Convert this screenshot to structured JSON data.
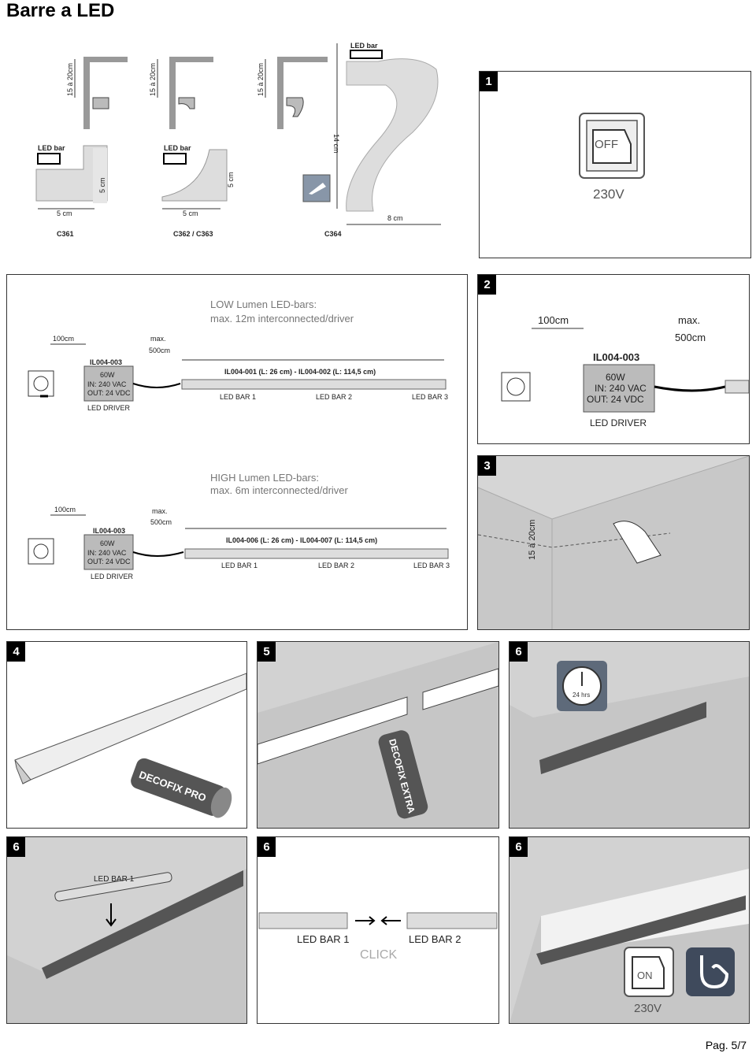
{
  "header": {
    "title": "Barre a LED"
  },
  "profiles": {
    "led_bar": "LED bar",
    "height_range": "15 à 20cm",
    "dim_5cm": "5 cm",
    "dim_14cm": "14 cm",
    "dim_8cm": "8 cm",
    "c361": "C361",
    "c362": "C362 / C363",
    "c364": "C364"
  },
  "step1": {
    "badge": "1",
    "switch": "OFF",
    "voltage": "230V"
  },
  "wiring": {
    "low_title": "LOW Lumen LED-bars:",
    "low_sub": "max. 12m interconnected/driver",
    "high_title": "HIGH Lumen LED-bars:",
    "high_sub": "max. 6m interconnected/driver",
    "dist_100": "100cm",
    "max": "max.",
    "dist_500": "500cm",
    "driver_ref": "IL004-003",
    "driver_w": "60W",
    "driver_in": "IN: 240 VAC",
    "driver_out": "OUT: 24 VDC",
    "driver_label": "LED DRIVER",
    "low_refs": "IL004-001 (L: 26 cm) - IL004-002 (L: 114,5 cm)",
    "high_refs": "IL004-006 (L: 26 cm) - IL004-007 (L: 114,5 cm)",
    "bar1": "LED BAR 1",
    "bar2": "LED BAR 2",
    "bar3": "LED BAR 3"
  },
  "step2": {
    "badge": "2",
    "dist_100": "100cm",
    "max": "max.",
    "dist_500": "500cm",
    "driver_ref": "IL004-003",
    "driver_w": "60W",
    "driver_in": "IN: 240 VAC",
    "driver_out": "OUT: 24 VDC",
    "driver_label": "LED DRIVER"
  },
  "step3": {
    "badge": "3",
    "height": "15 à 20cm"
  },
  "step4": {
    "badge": "4",
    "glue": "DECOFIX PRO"
  },
  "step5": {
    "badge": "5",
    "glue": "DECOFIX EXTRA"
  },
  "step6a": {
    "badge": "6",
    "clock": "24 hrs"
  },
  "step6b": {
    "badge": "6",
    "bar": "LED BAR 1"
  },
  "step6c": {
    "badge": "6",
    "bar1": "LED BAR 1",
    "bar2": "LED BAR 2",
    "click": "CLICK"
  },
  "step6d": {
    "badge": "6",
    "switch": "ON",
    "voltage": "230V"
  },
  "footer": {
    "page": "Pag. 5/7"
  },
  "colors": {
    "wall": "#d2d2d2",
    "panel_border": "#333333",
    "badge": "#000000",
    "accent_icon": "#3f4a5c"
  }
}
